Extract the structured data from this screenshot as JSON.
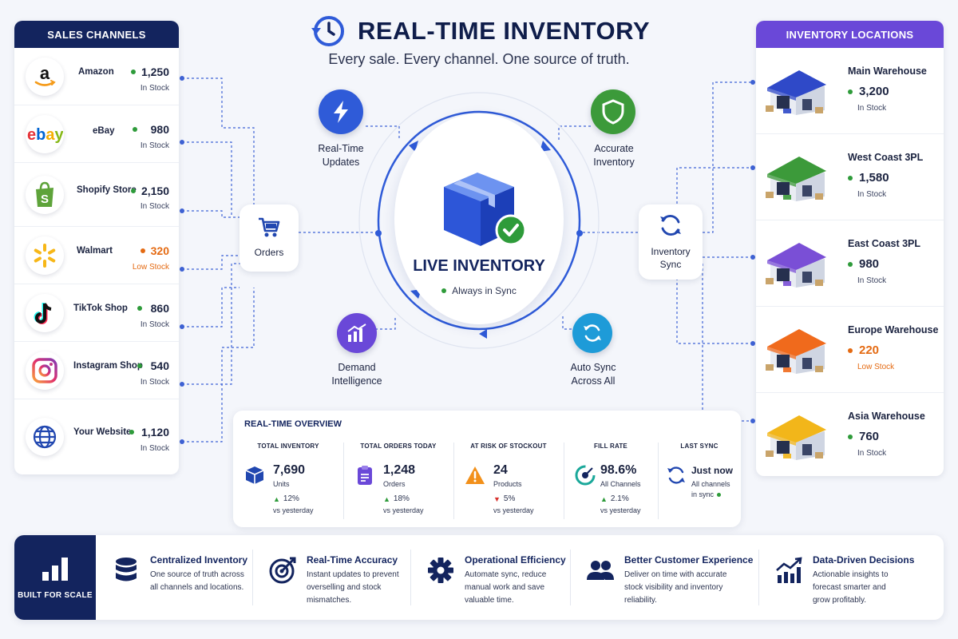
{
  "header": {
    "title": "REAL-TIME INVENTORY",
    "subtitle": "Every sale. Every channel. One source of truth."
  },
  "sales_channels": {
    "title": "SALES CHANNELS",
    "items": [
      {
        "name": "Amazon",
        "value": "1,250",
        "status": "In Stock",
        "logo": "amazon-logo"
      },
      {
        "name": "eBay",
        "value": "980",
        "status": "In Stock",
        "logo": "ebay-logo"
      },
      {
        "name": "Shopify Store",
        "value": "2,150",
        "status": "In Stock",
        "logo": "shopify-logo"
      },
      {
        "name": "Walmart",
        "value": "320",
        "status": "Low Stock",
        "logo": "walmart-logo"
      },
      {
        "name": "TikTok Shop",
        "value": "860",
        "status": "In Stock",
        "logo": "tiktok-logo"
      },
      {
        "name": "Instagram Shop",
        "value": "540",
        "status": "In Stock",
        "logo": "instagram-logo"
      },
      {
        "name": "Your Website",
        "value": "1,120",
        "status": "In Stock",
        "logo": "globe-icon"
      }
    ]
  },
  "inventory_locations": {
    "title": "INVENTORY LOCATIONS",
    "items": [
      {
        "name": "Main Warehouse",
        "value": "3,200",
        "status": "In Stock",
        "roof_color": "#2f49c8"
      },
      {
        "name": "West Coast 3PL",
        "value": "1,580",
        "status": "In Stock",
        "roof_color": "#3c9a3a"
      },
      {
        "name": "East Coast 3PL",
        "value": "980",
        "status": "In Stock",
        "roof_color": "#7a4fd6"
      },
      {
        "name": "Europe Warehouse",
        "value": "220",
        "status": "Low Stock",
        "roof_color": "#f06a1c"
      },
      {
        "name": "Asia Warehouse",
        "value": "760",
        "status": "In Stock",
        "roof_color": "#f2b61a"
      }
    ]
  },
  "nodes": {
    "orders": "Orders",
    "inventory_sync_line1": "Inventory",
    "inventory_sync_line2": "Sync"
  },
  "features": {
    "realtime_line1": "Real-Time",
    "realtime_line2": "Updates",
    "accurate_line1": "Accurate",
    "accurate_line2": "Inventory",
    "demand_line1": "Demand",
    "demand_line2": "Intelligence",
    "autosync_line1": "Auto Sync",
    "autosync_line2": "Across All"
  },
  "center": {
    "title": "LIVE INVENTORY",
    "status": "Always in Sync"
  },
  "overview": {
    "title": "REAL-TIME OVERVIEW",
    "metrics": [
      {
        "label": "TOTAL INVENTORY",
        "value": "7,690",
        "unit": "Units",
        "change": "12%",
        "direction": "up",
        "vs": "vs yesterday"
      },
      {
        "label": "TOTAL ORDERS TODAY",
        "value": "1,248",
        "unit": "Orders",
        "change": "18%",
        "direction": "up",
        "vs": "vs yesterday"
      },
      {
        "label": "AT RISK OF STOCKOUT",
        "value": "24",
        "unit": "Products",
        "change": "5%",
        "direction": "down",
        "vs": "vs yesterday"
      },
      {
        "label": "FILL RATE",
        "value": "98.6%",
        "unit": "All Channels",
        "change": "2.1%",
        "direction": "up",
        "vs": "vs yesterday"
      }
    ],
    "last_sync": {
      "label": "LAST SYNC",
      "value": "Just now",
      "line1": "All channels",
      "line2": "in sync"
    }
  },
  "bottom": {
    "scale_label": "BUILT FOR SCALE",
    "items": [
      {
        "title": "Centralized Inventory",
        "desc": "One source of truth across all channels and locations."
      },
      {
        "title": "Real-Time Accuracy",
        "desc": "Instant updates to prevent overselling and stock mismatches."
      },
      {
        "title": "Operational Efficiency",
        "desc": "Automate sync, reduce manual work and save valuable time."
      },
      {
        "title": "Better Customer Experience",
        "desc": "Deliver on time with accurate stock visibility and inventory reliability."
      },
      {
        "title": "Data-Driven Decisions",
        "desc": "Actionable insights to forecast smarter and grow profitably."
      }
    ]
  },
  "colors": {
    "navy": "#13245e",
    "purple": "#6a48d8",
    "in_stock": "#2e9b3a",
    "low_stock": "#e46a12",
    "flow_blue": "#2f5bd8"
  }
}
